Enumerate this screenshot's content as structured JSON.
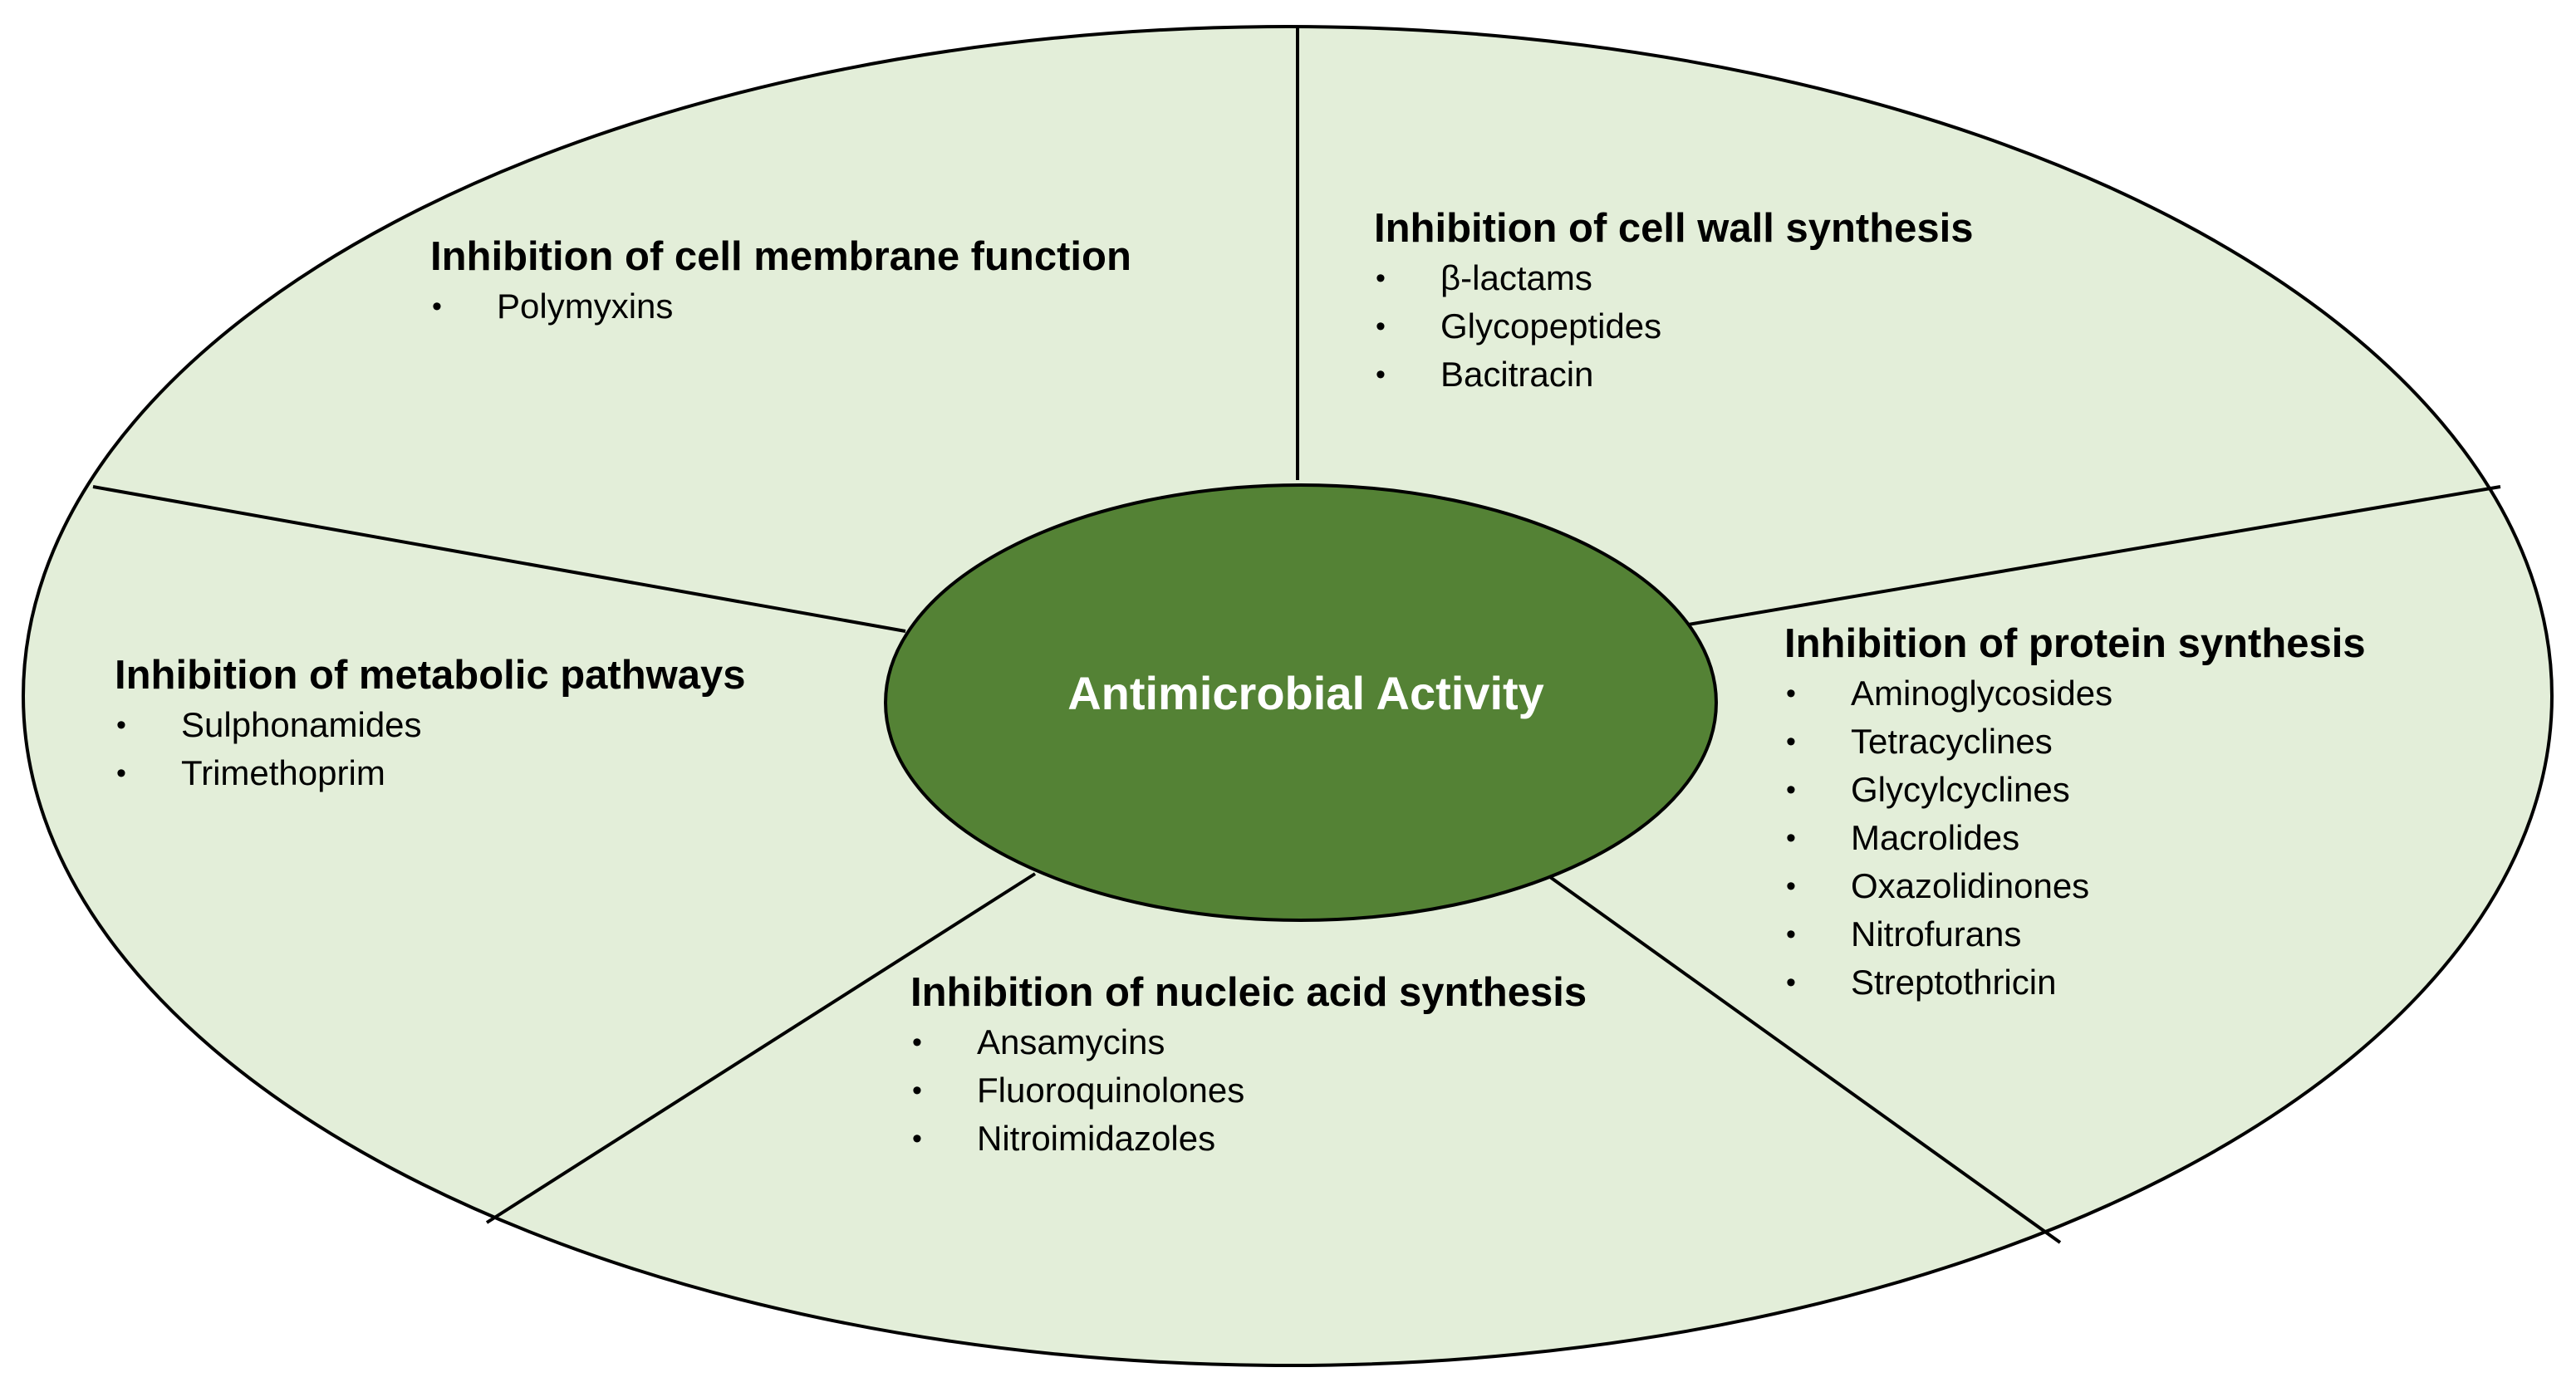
{
  "diagram": {
    "outer_fill": "#e3eed9",
    "center_fill": "#548235",
    "stroke_color": "#000000",
    "center": {
      "label": "Antimicrobial Activity",
      "text_color": "#ffffff"
    },
    "segments": [
      {
        "key": "membrane",
        "title": "Inhibition of cell membrane function",
        "items": [
          "Polymyxins"
        ]
      },
      {
        "key": "wall",
        "title": "Inhibition of cell wall synthesis",
        "items": [
          "β-lactams",
          "Glycopeptides",
          "Bacitracin"
        ]
      },
      {
        "key": "metabolic",
        "title": "Inhibition of metabolic pathways",
        "items": [
          "Sulphonamides",
          "Trimethoprim"
        ]
      },
      {
        "key": "protein",
        "title": "Inhibition of protein synthesis",
        "items": [
          "Aminoglycosides",
          "Tetracyclines",
          "Glycylcyclines",
          "Macrolides",
          "Oxazolidinones",
          "Nitrofurans",
          "Streptothricin"
        ]
      },
      {
        "key": "nucleic",
        "title": "Inhibition of nucleic acid synthesis",
        "items": [
          "Ansamycins",
          "Fluoroquinolones",
          "Nitroimidazoles"
        ]
      }
    ]
  }
}
